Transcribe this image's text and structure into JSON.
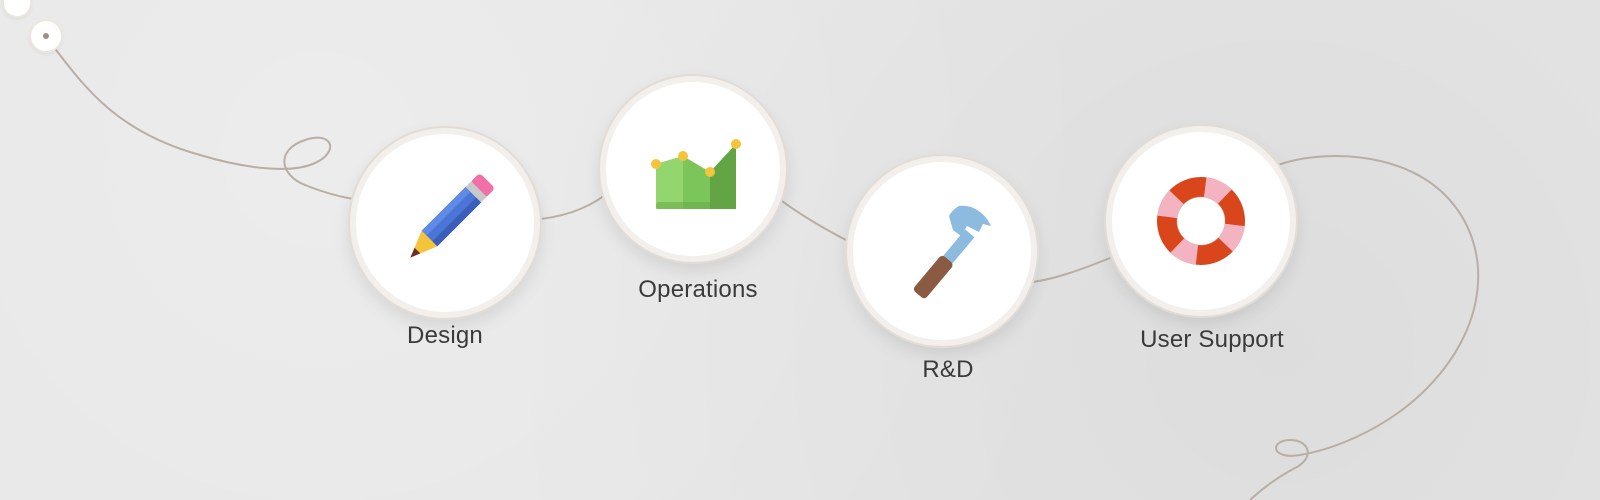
{
  "steps": [
    {
      "label": "Design",
      "icon": "pencil-icon"
    },
    {
      "label": "Operations",
      "icon": "area-chart-icon"
    },
    {
      "label": "R&D",
      "icon": "hammer-icon"
    },
    {
      "label": "User Support",
      "icon": "lifebuoy-icon"
    }
  ],
  "colors": {
    "background": "#e6e6e6",
    "connector": "#b8aea4",
    "pencil": "#4a74d6",
    "chart": "#7cc55b",
    "hammer_head": "#8dbbe0",
    "hammer_handle": "#8a5a43",
    "lifebuoy_red": "#d9461c",
    "lifebuoy_pink": "#f3b3c1"
  }
}
